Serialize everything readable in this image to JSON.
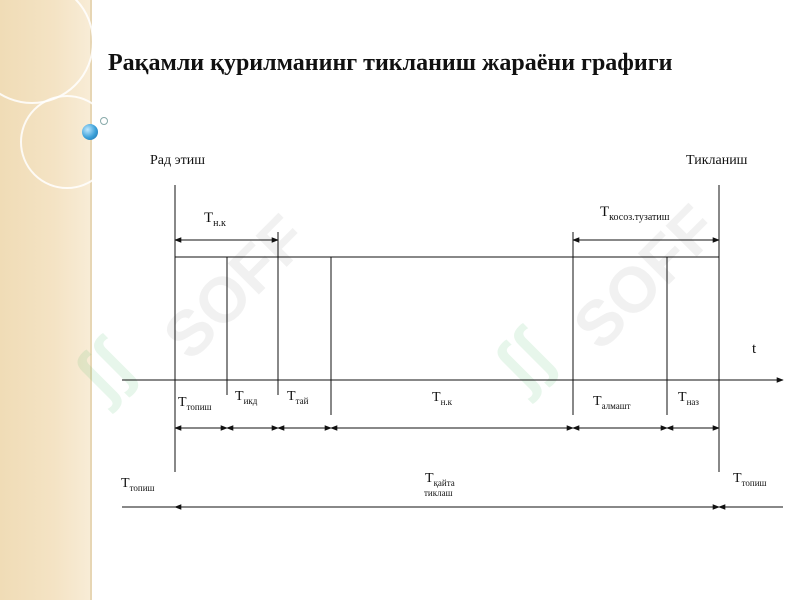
{
  "slide": {
    "title": "Рақамли қурилманинг тикланиш жараёни графиги",
    "watermark": "SOFF"
  },
  "diagram": {
    "top_left_label": "Рад этиш",
    "top_right_label": "Тикланиш",
    "axis_label": "t",
    "upper_spans": [
      {
        "main": "T",
        "sub": "н.к"
      },
      {
        "main": "T",
        "sub": "косоз.тузатиш"
      }
    ],
    "segments": [
      {
        "main": "T",
        "sub": "топиш"
      },
      {
        "main": "T",
        "sub": "икд"
      },
      {
        "main": "T",
        "sub": "тай"
      },
      {
        "main": "T",
        "sub": "н.к"
      },
      {
        "main": "T",
        "sub": "алмашт"
      },
      {
        "main": "T",
        "sub": "наз"
      }
    ],
    "bottom": {
      "left": {
        "main": "T",
        "sub": "топиш"
      },
      "middle": {
        "main": "T",
        "sub": "қайта",
        "sub2": "тиклаш"
      },
      "right": {
        "main": "T",
        "sub": "топиш"
      }
    }
  }
}
